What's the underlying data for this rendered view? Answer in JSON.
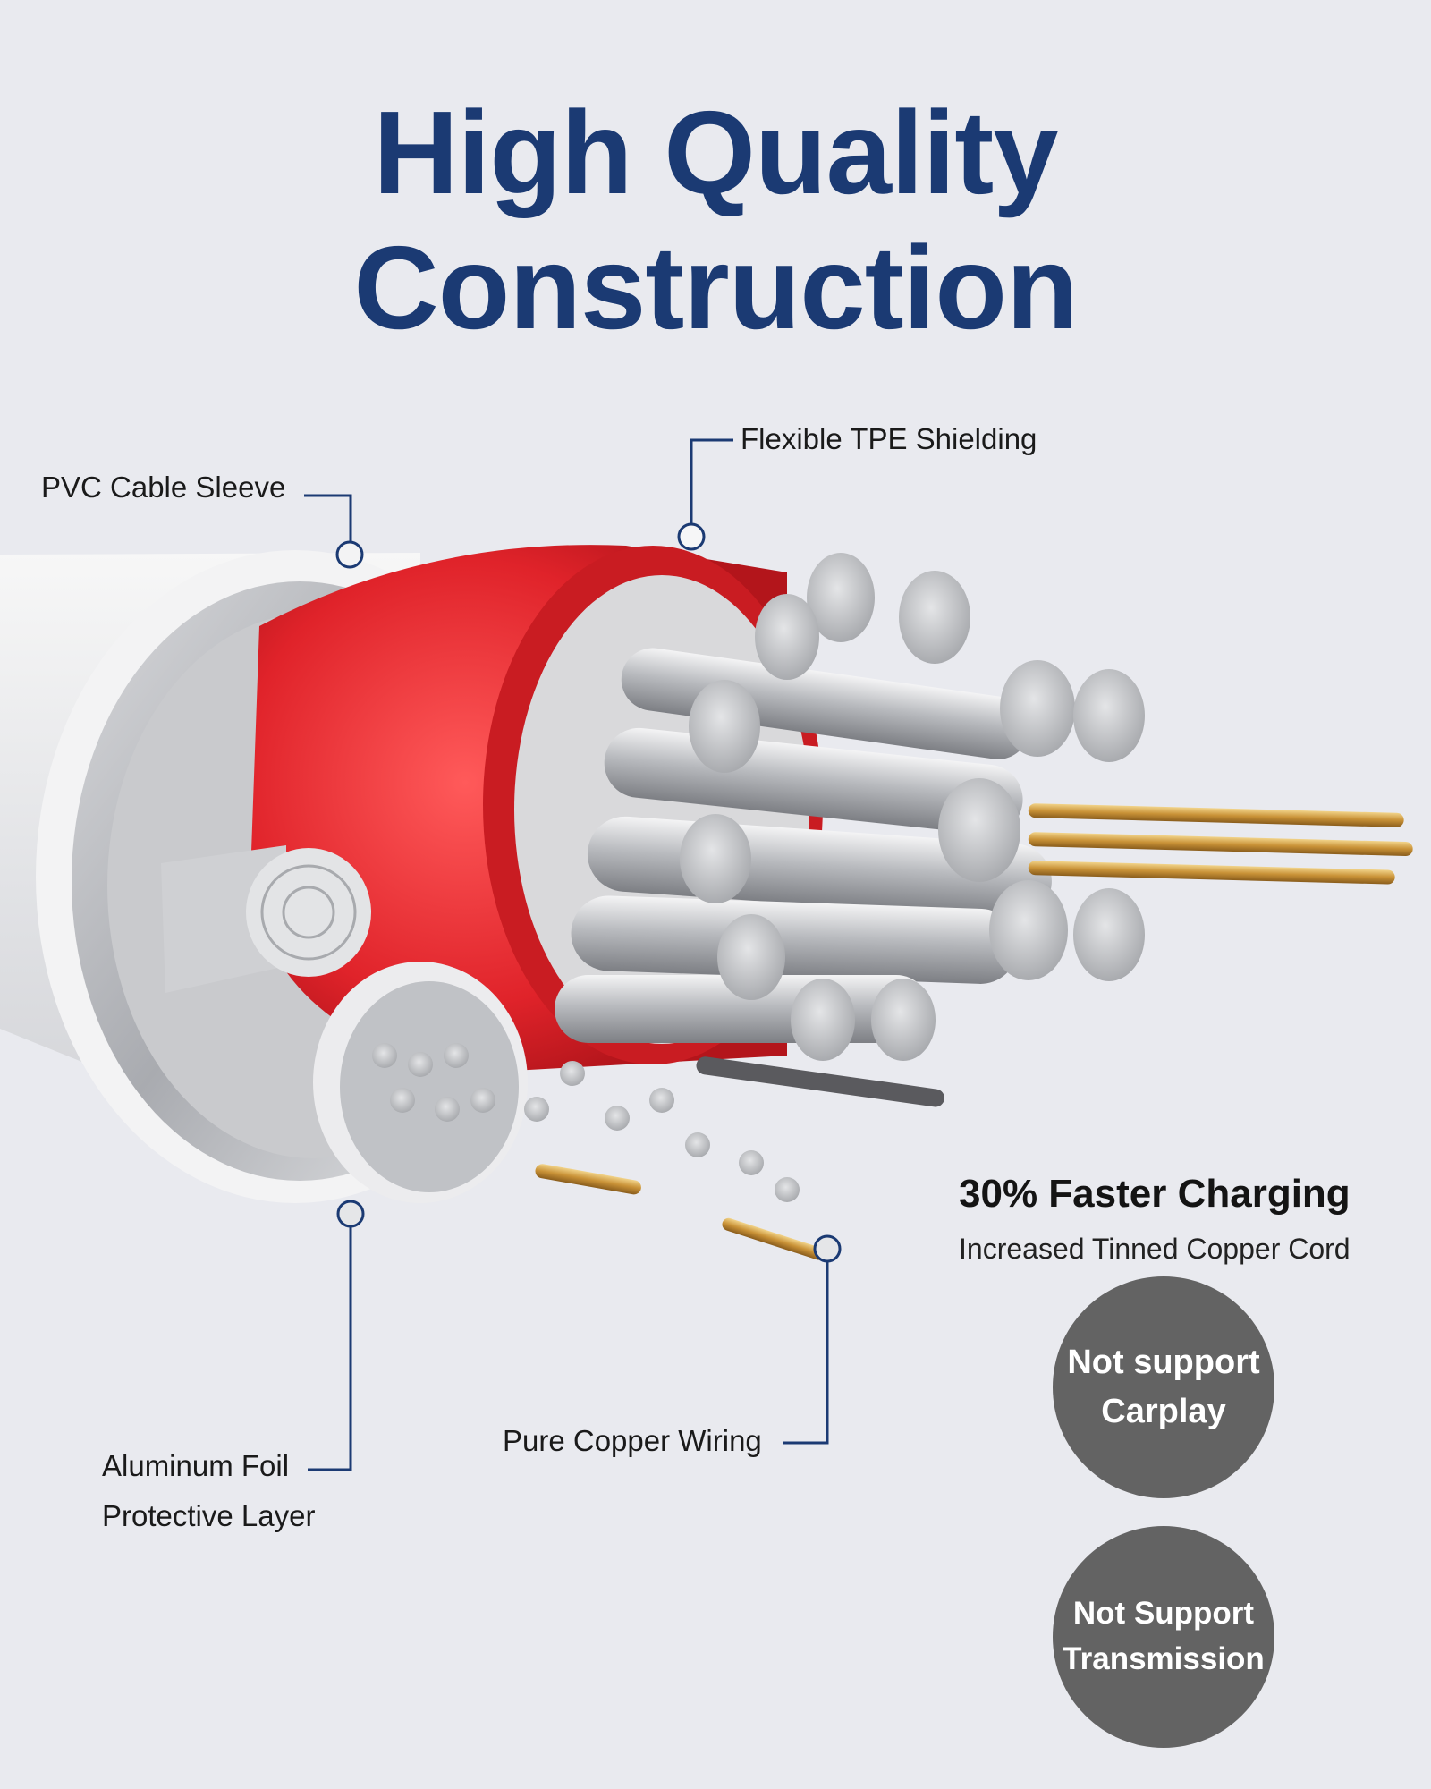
{
  "title": "High Quality Construction",
  "labels": {
    "pvc": "PVC Cable Sleeve",
    "tpe": "Flexible TPE Shielding",
    "foil_line1": "Aluminum Foil",
    "foil_line2": "Protective Layer",
    "copper": "Pure Copper Wiring"
  },
  "feature": {
    "title": "30% Faster Charging",
    "subtitle": "Increased Tinned Copper Cord"
  },
  "badges": [
    {
      "line1": "Not support",
      "line2": "Carplay"
    },
    {
      "line1": "Not Support",
      "line2": "Transmission"
    }
  ],
  "colors": {
    "title": "#1b3a73",
    "callout_line": "#1b3a73",
    "tpe_red": "#e0232a",
    "badge": "#636363",
    "background": "#e9eaef"
  }
}
